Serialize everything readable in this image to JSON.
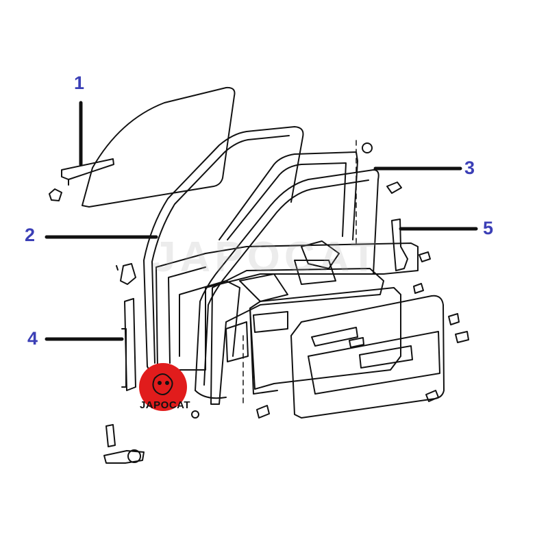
{
  "callouts": [
    "1",
    "2",
    "3",
    "4",
    "5"
  ],
  "watermark": "JAPOCAT",
  "logo": {
    "text": "JAPOCAT",
    "color": "#e11c1c"
  },
  "colors": {
    "callout": "#3b3fb6",
    "line": "#111111"
  }
}
